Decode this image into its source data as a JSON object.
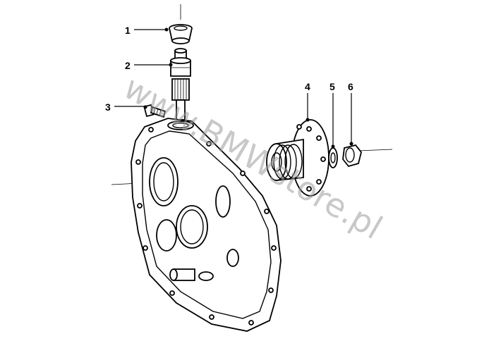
{
  "watermark": "www.BMWstore.pl",
  "callouts": [
    {
      "id": "callout-1",
      "label": "1"
    },
    {
      "id": "callout-2",
      "label": "2"
    },
    {
      "id": "callout-3",
      "label": "3"
    },
    {
      "id": "callout-4",
      "label": "4"
    },
    {
      "id": "callout-5",
      "label": "5"
    },
    {
      "id": "callout-6",
      "label": "6"
    }
  ]
}
